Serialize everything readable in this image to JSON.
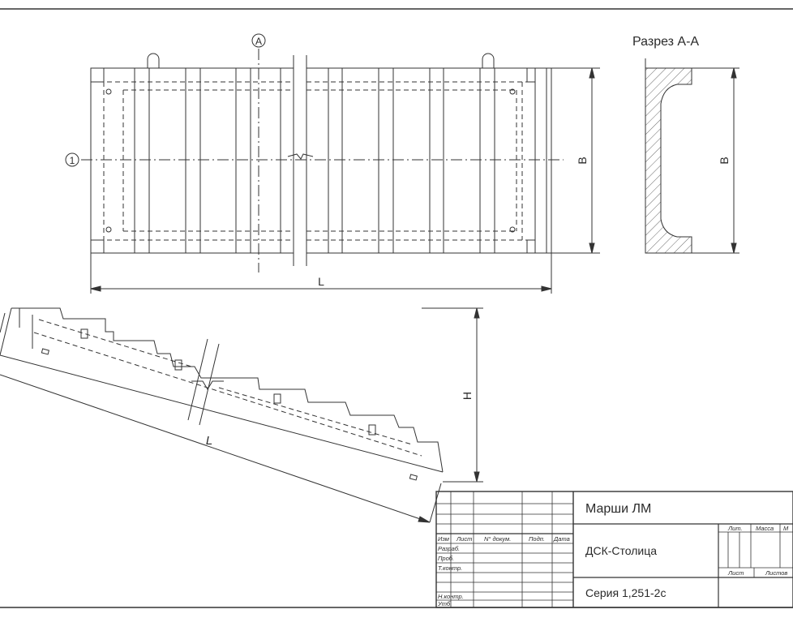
{
  "plan_view": {
    "axis_a_label": "A",
    "axis_1_label": "1",
    "dim_length": "L",
    "dim_width": "B"
  },
  "section_view": {
    "title": "Разрез А-А",
    "dim_width": "B"
  },
  "elevation_view": {
    "dim_length": "L",
    "dim_height": "H"
  },
  "title_block": {
    "drawing_title": "Марши ЛМ",
    "organization": "ДСК-Столица",
    "series": "Серия 1,251-2с",
    "columns": {
      "izm": "Изм",
      "list": "Лист",
      "doc_no": "N° докум.",
      "sign": "Подп.",
      "date": "Дата"
    },
    "rows": {
      "developed": "Разраб.",
      "checked": "Проб.",
      "tech_control": "Т.контр.",
      "norm_control": "Н.контр.",
      "approved": "Утб."
    },
    "stage_headers": {
      "lit": "Лит.",
      "mass": "Масса",
      "scale": "М"
    },
    "sheet_headers": {
      "sheet": "Лист",
      "sheets": "Листов"
    }
  }
}
